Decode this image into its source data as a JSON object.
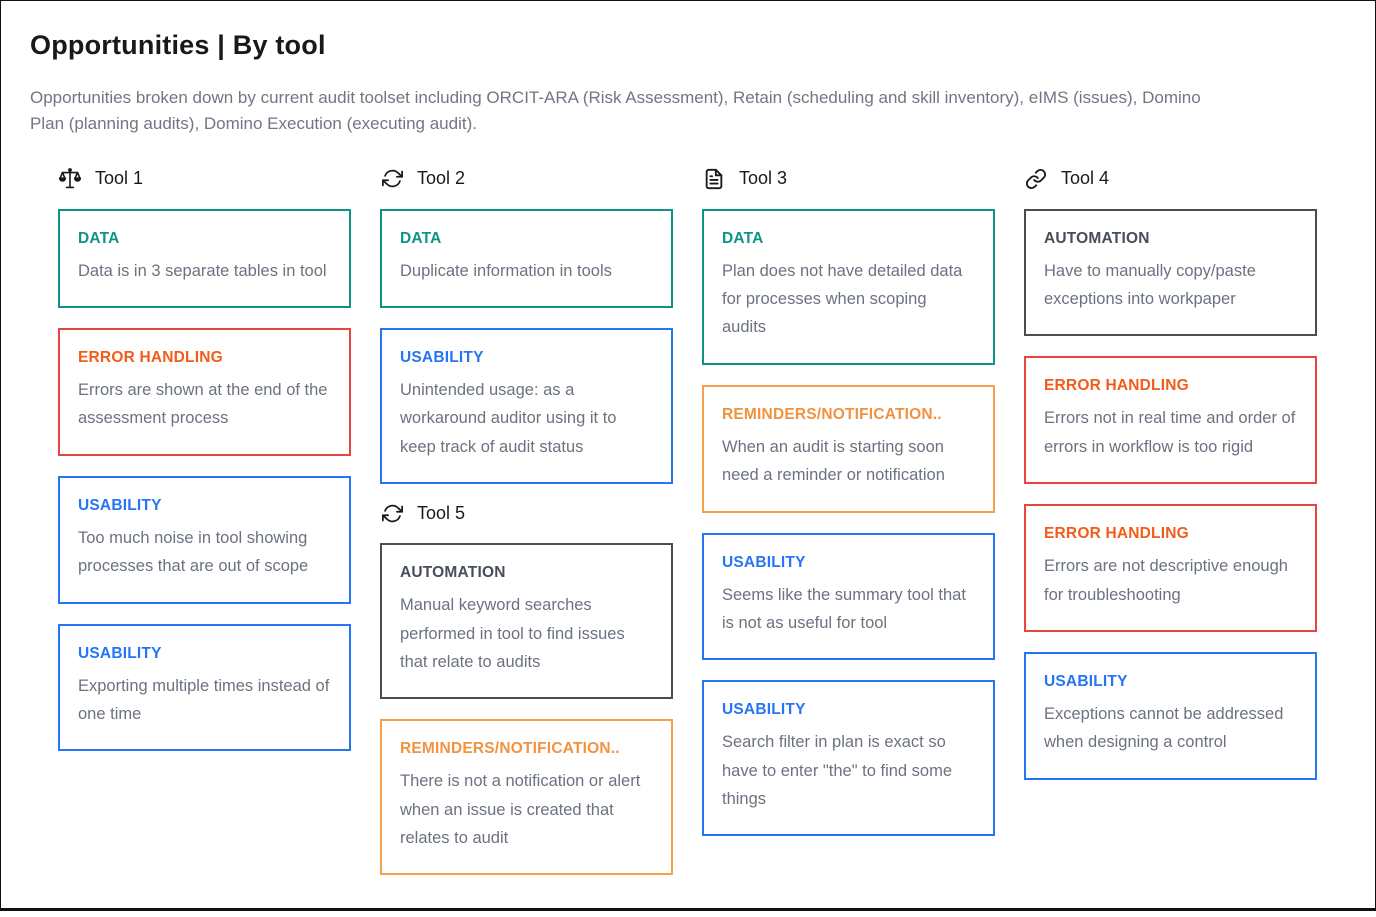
{
  "page": {
    "title": "Opportunities | By tool",
    "subtitle": "Opportunities broken down by current audit toolset including ORCIT-ARA (Risk Assessment), Retain (scheduling and skill inventory), eIMS (issues), Domino Plan (planning audits), Domino Execution (executing audit)."
  },
  "colors": {
    "data": "#0e9486",
    "usability": "#2575f4",
    "error_border": "#e8453f",
    "error_title": "#f25c19",
    "reminders_border": "#f5a04a",
    "reminders_title": "#f0923f",
    "automation": "#4d4d4d",
    "body_text": "#6b7280",
    "frame": "#111111"
  },
  "columns": [
    {
      "sections": [
        {
          "header": {
            "label": "Tool 1",
            "icon": "balance-scale-icon"
          },
          "cards": [
            {
              "type": "data",
              "category": "DATA",
              "text": "Data is in 3 separate tables in tool"
            },
            {
              "type": "error",
              "category": "ERROR HANDLING",
              "text": "Errors are shown at the end of the assessment process"
            },
            {
              "type": "usability",
              "category": "USABILITY",
              "text": "Too much noise in tool showing processes that are out of scope"
            },
            {
              "type": "usability",
              "category": "USABILITY",
              "text": "Exporting multiple times instead of one time"
            }
          ]
        }
      ]
    },
    {
      "sections": [
        {
          "header": {
            "label": "Tool 2",
            "icon": "refresh-icon"
          },
          "cards": [
            {
              "type": "data",
              "category": "DATA",
              "text": "Duplicate information in tools"
            },
            {
              "type": "usability",
              "category": "USABILITY",
              "text": "Unintended usage: as a workaround auditor using it to keep track of audit status"
            }
          ]
        },
        {
          "header": {
            "label": "Tool 5",
            "icon": "refresh-icon"
          },
          "cards": [
            {
              "type": "automation",
              "category": "AUTOMATION",
              "text": "Manual keyword searches performed in tool to find issues that relate to audits"
            },
            {
              "type": "reminders",
              "category": "REMINDERS/NOTIFICATION..",
              "text": "There is not a notification or alert when an issue is created that relates to audit"
            }
          ]
        }
      ]
    },
    {
      "sections": [
        {
          "header": {
            "label": "Tool 3",
            "icon": "document-icon"
          },
          "cards": [
            {
              "type": "data",
              "category": "DATA",
              "text": "Plan does not have detailed data for processes when scoping audits"
            },
            {
              "type": "reminders",
              "category": "REMINDERS/NOTIFICATION..",
              "text": "When an audit is starting soon need a reminder or notification"
            },
            {
              "type": "usability",
              "category": "USABILITY",
              "text": "Seems like the summary tool that is not as useful for tool"
            },
            {
              "type": "usability",
              "category": "USABILITY",
              "text": "Search filter in plan is exact so have to enter \"the\" to find some things"
            }
          ]
        }
      ]
    },
    {
      "sections": [
        {
          "header": {
            "label": "Tool 4",
            "icon": "link-icon"
          },
          "cards": [
            {
              "type": "automation",
              "category": "AUTOMATION",
              "text": "Have to manually copy/paste exceptions into workpaper"
            },
            {
              "type": "error",
              "category": "ERROR HANDLING",
              "text": "Errors not in real time and order of errors in workflow is too rigid"
            },
            {
              "type": "error",
              "category": "ERROR HANDLING",
              "text": "Errors are not descriptive enough for troubleshooting"
            },
            {
              "type": "usability",
              "category": "USABILITY",
              "text": "Exceptions cannot be addressed when designing a control"
            }
          ]
        }
      ]
    }
  ]
}
